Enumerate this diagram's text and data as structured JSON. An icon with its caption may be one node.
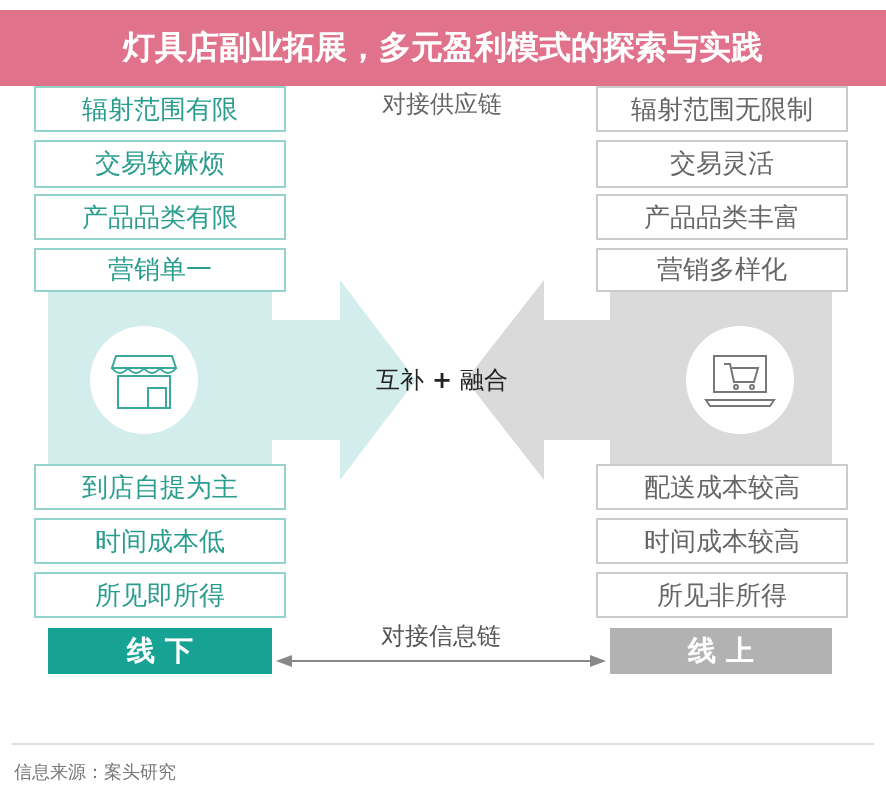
{
  "diagram": {
    "title": "灯具店副业拓展，多元盈利模式的探索与实践",
    "nodes": [
      {
        "text": [
          "辐射范围有限"
        ]
      },
      {
        "text": [
          "交易较麻烦"
        ]
      },
      {
        "text": [
          "产品品类有限"
        ]
      },
      {
        "text": [
          "营销单一"
        ]
      },
      {
        "text": [
          "到店自提为主"
        ]
      },
      {
        "text": [
          "时间成本低"
        ]
      },
      {
        "text": [
          "所见即所得"
        ]
      },
      {
        "text": [
          "线 下"
        ]
      },
      {
        "text": [
          "辐射范围无限制"
        ]
      },
      {
        "text": [
          "交易灵活"
        ]
      },
      {
        "text": [
          "产品品类丰富"
        ]
      },
      {
        "text": [
          "营销多样化"
        ]
      },
      {
        "text": [
          "配送成本较高"
        ]
      },
      {
        "text": [
          "时间成本较高"
        ]
      },
      {
        "text": [
          "所见非所得"
        ]
      },
      {
        "text": [
          "线 上"
        ]
      }
    ],
    "edges": [
      {
        "from": 7,
        "to": 15,
        "arrow": "both",
        "label": "对接信息链"
      }
    ],
    "labels": [
      "对接供应链",
      "互补 **+** 融合",
      "信息来源：案头研究"
    ]
  }
}
